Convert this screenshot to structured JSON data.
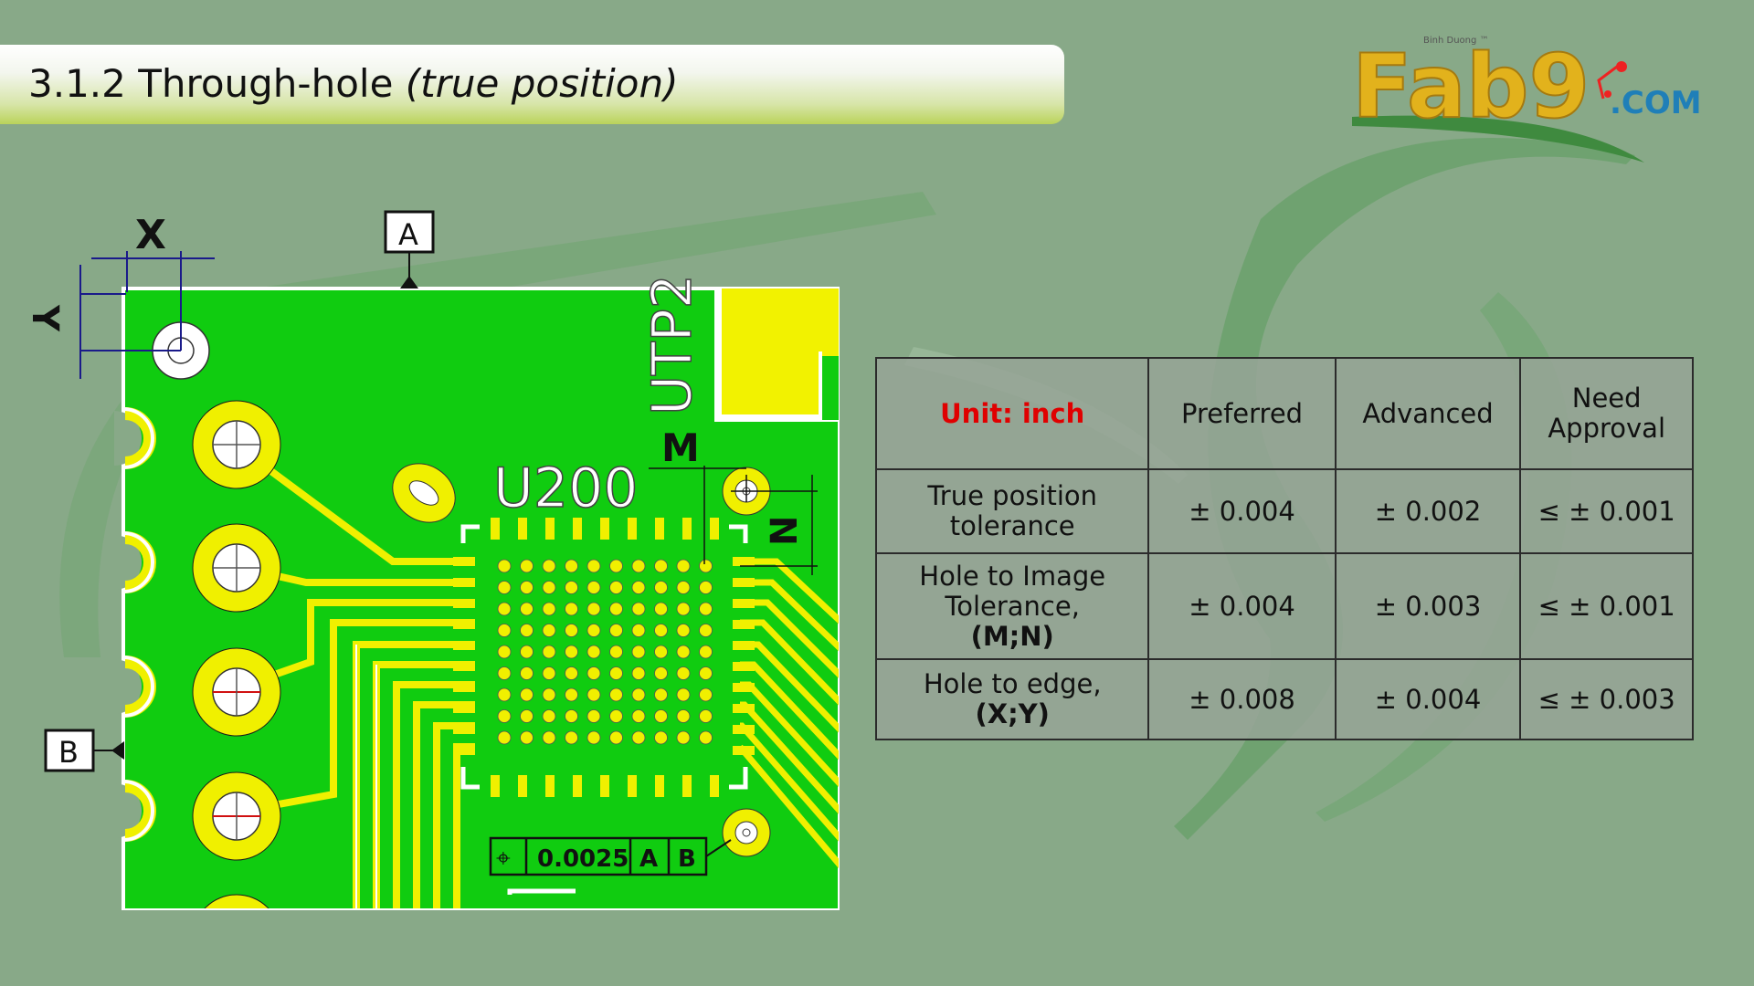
{
  "title": {
    "number": "3.1.2 Through-hole",
    "italic": "(true position)"
  },
  "logo": {
    "main": "Fab9",
    "suffix": ".COM",
    "tagline": "Binh Duong ™"
  },
  "diagram": {
    "label_x": "X",
    "label_y": "Y",
    "label_a": "A",
    "label_b": "B",
    "label_m": "M",
    "label_n": "N",
    "component": "U200",
    "testpoint": "UTP2",
    "fcf": {
      "symbol": "⌖",
      "value": "0.0025",
      "datum1": "A",
      "datum2": "B"
    }
  },
  "table": {
    "header": {
      "unit": "Unit: inch",
      "preferred": "Preferred",
      "advanced": "Advanced",
      "need_line1": "Need",
      "need_line2": "Approval"
    },
    "rows": [
      {
        "label_line1": "True position",
        "label_line2": "tolerance",
        "label_line3": "",
        "preferred": "± 0.004",
        "advanced": "± 0.002",
        "need_approval": "≤ ± 0.001"
      },
      {
        "label_line1": "Hole to Image",
        "label_line2": "Tolerance,",
        "label_line3": "(M;N)",
        "preferred": "± 0.004",
        "advanced": "± 0.003",
        "need_approval": "≤ ± 0.001"
      },
      {
        "label_line1": "Hole to edge,",
        "label_line2": "(X;Y)",
        "label_line3": "",
        "preferred": "± 0.008",
        "advanced": "± 0.004",
        "need_approval": "≤ ± 0.003"
      }
    ]
  }
}
